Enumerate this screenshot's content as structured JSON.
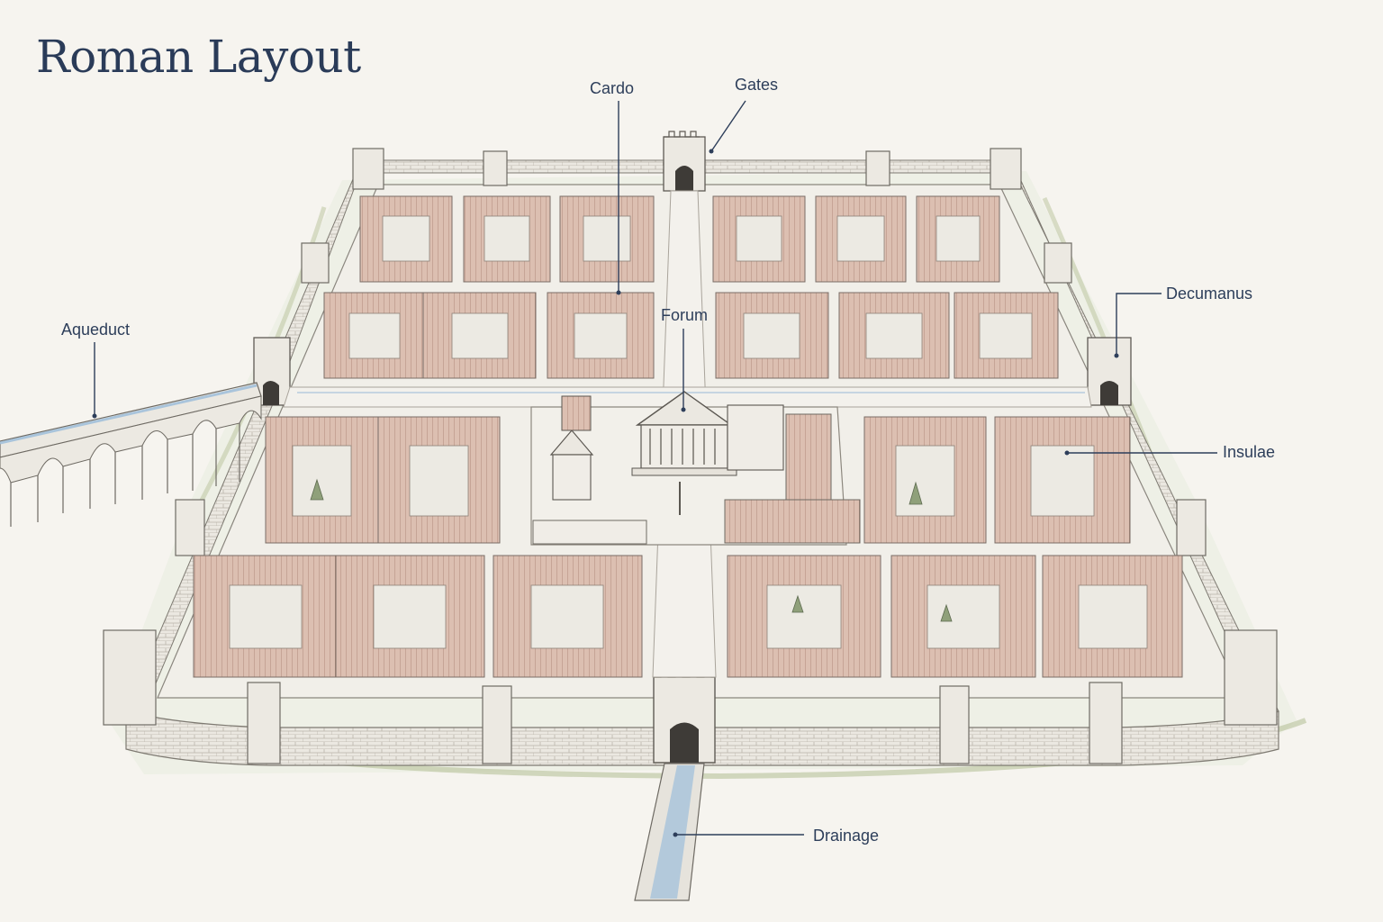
{
  "title": "Roman Layout",
  "labels": {
    "cardo": "Cardo",
    "gates": "Gates",
    "forum": "Forum",
    "decumanus": "Decumanus",
    "aqueduct": "Aqueduct",
    "insulae": "Insulae",
    "drainage": "Drainage"
  },
  "colors": {
    "label_ink": "#2d3e5a",
    "wall": "#e9e6df",
    "roof": "#d9b8a8",
    "grass": "#b7c29a",
    "water": "#a9c4db"
  }
}
